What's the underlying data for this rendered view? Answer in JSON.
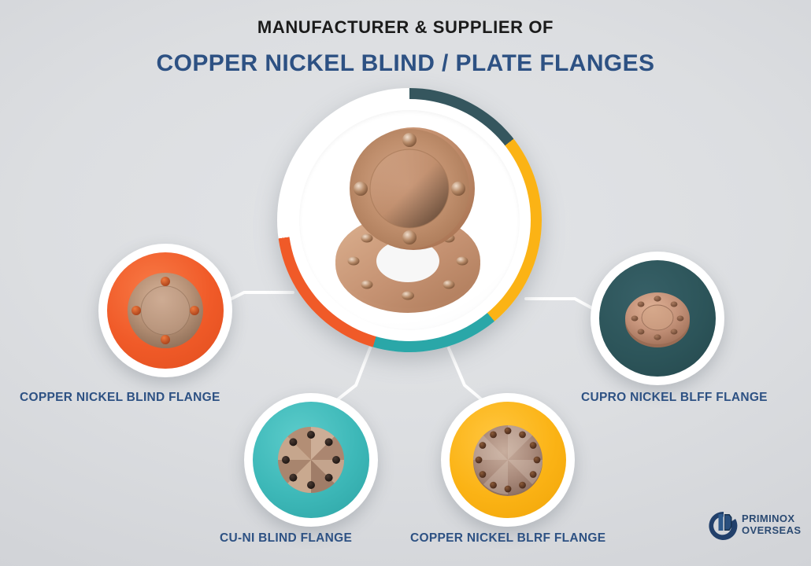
{
  "header": {
    "eyebrow": "MANUFACTURER & SUPPLIER OF",
    "title": "COPPER NICKEL BLIND / PLATE FLANGES"
  },
  "colors": {
    "title_blue": "#2d5183",
    "eyebrow_black": "#1b1b1b",
    "background": "#d8dadd",
    "orange": "#f05a28",
    "teal": "#2aa7a8",
    "amber": "#fbb315",
    "slate": "#35565e",
    "copper": "#c08a6a",
    "logo_navy": "#2b4a72"
  },
  "hub": {
    "name": "central-flange-photo",
    "ring_segments": [
      {
        "color": "#f05a28",
        "name": "orange-arc"
      },
      {
        "color": "#2aa7a8",
        "name": "teal-arc"
      },
      {
        "color": "#fbb315",
        "name": "amber-arc"
      },
      {
        "color": "#35565e",
        "name": "slate-arc"
      }
    ],
    "items": [
      {
        "name": "blind-flange-upright",
        "bolt_holes": 4
      },
      {
        "name": "plate-flange-ring",
        "bolt_holes": 8
      }
    ]
  },
  "products": [
    {
      "id": "left",
      "label": "COPPER NICKEL BLIND FLANGE",
      "ring_color": "#f05a28",
      "ring_name": "orange-ring",
      "bolt_holes": 4
    },
    {
      "id": "bottom-left",
      "label": "CU-NI BLIND FLANGE",
      "ring_color": "#3db8b8",
      "ring_name": "turquoise-ring",
      "bolt_holes": 8
    },
    {
      "id": "bottom-right",
      "label": "COPPER NICKEL BLRF FLANGE",
      "ring_color": "#fbb315",
      "ring_name": "amber-ring",
      "bolt_holes": 12
    },
    {
      "id": "right",
      "label": "CUPRO NICKEL BLFF FLANGE",
      "ring_color": "#2c5459",
      "ring_name": "slate-ring",
      "bolt_holes": 8
    }
  ],
  "logo": {
    "line1": "PRIMINOX",
    "line2": "OVERSEAS",
    "mark_name": "priminox-circle-mark"
  }
}
